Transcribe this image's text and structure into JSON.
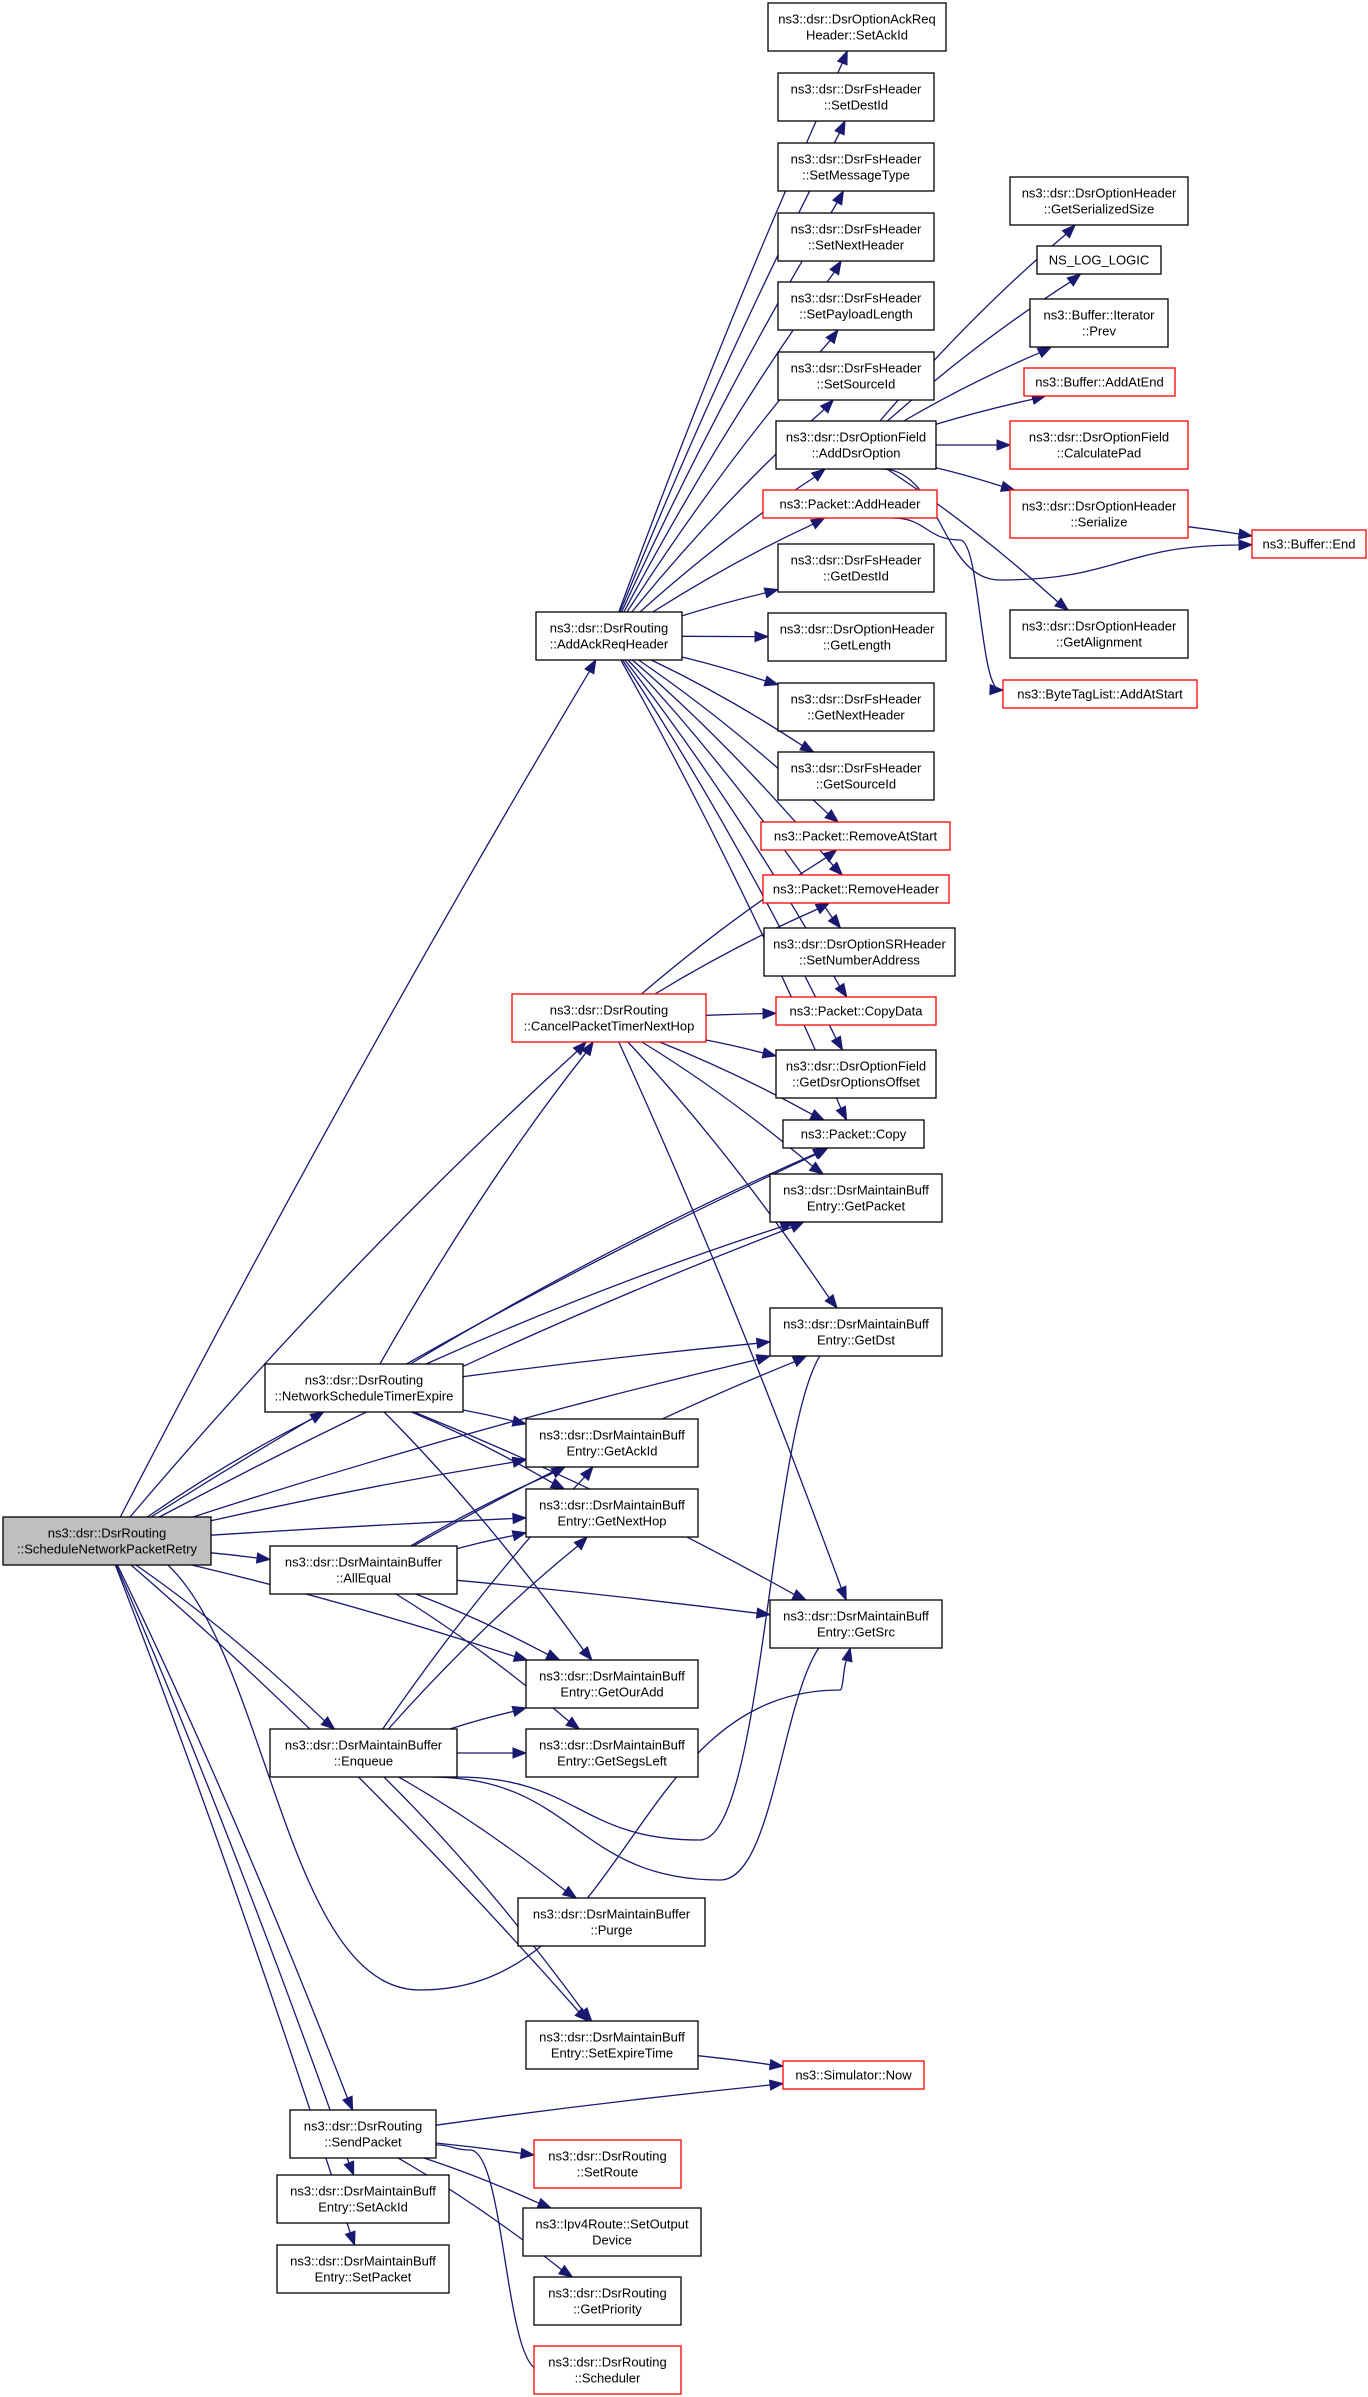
{
  "nodes": [
    {
      "id": "root",
      "lines": [
        "ns3::dsr::DsrRouting",
        "::ScheduleNetworkPacketRetry"
      ],
      "style": "root"
    },
    {
      "id": "addAckReqHeader",
      "lines": [
        "ns3::dsr::DsrRouting",
        "::AddAckReqHeader"
      ],
      "style": "normal"
    },
    {
      "id": "setAckId",
      "lines": [
        "ns3::dsr::DsrOptionAckReq",
        "Header::SetAckId"
      ],
      "style": "normal"
    },
    {
      "id": "setDestId",
      "lines": [
        "ns3::dsr::DsrFsHeader",
        "::SetDestId"
      ],
      "style": "normal"
    },
    {
      "id": "setMessageType",
      "lines": [
        "ns3::dsr::DsrFsHeader",
        "::SetMessageType"
      ],
      "style": "normal"
    },
    {
      "id": "setNextHeader",
      "lines": [
        "ns3::dsr::DsrFsHeader",
        "::SetNextHeader"
      ],
      "style": "normal"
    },
    {
      "id": "setPayloadLength",
      "lines": [
        "ns3::dsr::DsrFsHeader",
        "::SetPayloadLength"
      ],
      "style": "normal"
    },
    {
      "id": "setSourceId",
      "lines": [
        "ns3::dsr::DsrFsHeader",
        "::SetSourceId"
      ],
      "style": "normal"
    },
    {
      "id": "addDsrOption",
      "lines": [
        "ns3::dsr::DsrOptionField",
        "::AddDsrOption"
      ],
      "style": "normal"
    },
    {
      "id": "packetAddHeader",
      "lines": [
        "ns3::Packet::AddHeader"
      ],
      "style": "red"
    },
    {
      "id": "getDestId",
      "lines": [
        "ns3::dsr::DsrFsHeader",
        "::GetDestId"
      ],
      "style": "normal"
    },
    {
      "id": "getLength",
      "lines": [
        "ns3::dsr::DsrOptionHeader",
        "::GetLength"
      ],
      "style": "normal"
    },
    {
      "id": "getNextHeader",
      "lines": [
        "ns3::dsr::DsrFsHeader",
        "::GetNextHeader"
      ],
      "style": "normal"
    },
    {
      "id": "getSourceId",
      "lines": [
        "ns3::dsr::DsrFsHeader",
        "::GetSourceId"
      ],
      "style": "normal"
    },
    {
      "id": "removeAtStart",
      "lines": [
        "ns3::Packet::RemoveAtStart"
      ],
      "style": "red"
    },
    {
      "id": "removeHeader",
      "lines": [
        "ns3::Packet::RemoveHeader"
      ],
      "style": "red"
    },
    {
      "id": "setNumberAddress",
      "lines": [
        "ns3::dsr::DsrOptionSRHeader",
        "::SetNumberAddress"
      ],
      "style": "normal"
    },
    {
      "id": "copyData",
      "lines": [
        "ns3::Packet::CopyData"
      ],
      "style": "red"
    },
    {
      "id": "getDsrOptionsOffset",
      "lines": [
        "ns3::dsr::DsrOptionField",
        "::GetDsrOptionsOffset"
      ],
      "style": "normal"
    },
    {
      "id": "packetCopy",
      "lines": [
        "ns3::Packet::Copy"
      ],
      "style": "normal"
    },
    {
      "id": "getPacket",
      "lines": [
        "ns3::dsr::DsrMaintainBuff",
        "Entry::GetPacket"
      ],
      "style": "normal"
    },
    {
      "id": "getDst",
      "lines": [
        "ns3::dsr::DsrMaintainBuff",
        "Entry::GetDst"
      ],
      "style": "normal"
    },
    {
      "id": "getSrc",
      "lines": [
        "ns3::dsr::DsrMaintainBuff",
        "Entry::GetSrc"
      ],
      "style": "normal"
    },
    {
      "id": "getSerializedSize",
      "lines": [
        "ns3::dsr::DsrOptionHeader",
        "::GetSerializedSize"
      ],
      "style": "normal"
    },
    {
      "id": "nsLogLogic",
      "lines": [
        "NS_LOG_LOGIC"
      ],
      "style": "normal"
    },
    {
      "id": "iteratorPrev",
      "lines": [
        "ns3::Buffer::Iterator",
        "::Prev"
      ],
      "style": "normal"
    },
    {
      "id": "addAtEnd",
      "lines": [
        "ns3::Buffer::AddAtEnd"
      ],
      "style": "red"
    },
    {
      "id": "calculatePad",
      "lines": [
        "ns3::dsr::DsrOptionField",
        "::CalculatePad"
      ],
      "style": "red"
    },
    {
      "id": "serialize",
      "lines": [
        "ns3::dsr::DsrOptionHeader",
        "::Serialize"
      ],
      "style": "red"
    },
    {
      "id": "bufferEnd",
      "lines": [
        "ns3::Buffer::End"
      ],
      "style": "red"
    },
    {
      "id": "getAlignment",
      "lines": [
        "ns3::dsr::DsrOptionHeader",
        "::GetAlignment"
      ],
      "style": "normal"
    },
    {
      "id": "addAtStart",
      "lines": [
        "ns3::ByteTagList::AddAtStart"
      ],
      "style": "red"
    },
    {
      "id": "cancelTimer",
      "lines": [
        "ns3::dsr::DsrRouting",
        "::CancelPacketTimerNextHop"
      ],
      "style": "red"
    },
    {
      "id": "networkTimer",
      "lines": [
        "ns3::dsr::DsrRouting",
        "::NetworkScheduleTimerExpire"
      ],
      "style": "normal"
    },
    {
      "id": "getAckId",
      "lines": [
        "ns3::dsr::DsrMaintainBuff",
        "Entry::GetAckId"
      ],
      "style": "normal"
    },
    {
      "id": "getNextHop",
      "lines": [
        "ns3::dsr::DsrMaintainBuff",
        "Entry::GetNextHop"
      ],
      "style": "normal"
    },
    {
      "id": "allEqual",
      "lines": [
        "ns3::dsr::DsrMaintainBuffer",
        "::AllEqual"
      ],
      "style": "normal"
    },
    {
      "id": "getOurAdd",
      "lines": [
        "ns3::dsr::DsrMaintainBuff",
        "Entry::GetOurAdd"
      ],
      "style": "normal"
    },
    {
      "id": "enqueue",
      "lines": [
        "ns3::dsr::DsrMaintainBuffer",
        "::Enqueue"
      ],
      "style": "normal"
    },
    {
      "id": "getSegsLeft",
      "lines": [
        "ns3::dsr::DsrMaintainBuff",
        "Entry::GetSegsLeft"
      ],
      "style": "normal"
    },
    {
      "id": "purge",
      "lines": [
        "ns3::dsr::DsrMaintainBuffer",
        "::Purge"
      ],
      "style": "normal"
    },
    {
      "id": "setExpireTime",
      "lines": [
        "ns3::dsr::DsrMaintainBuff",
        "Entry::SetExpireTime"
      ],
      "style": "normal"
    },
    {
      "id": "simulatorNow",
      "lines": [
        "ns3::Simulator::Now"
      ],
      "style": "red"
    },
    {
      "id": "sendPacket",
      "lines": [
        "ns3::dsr::DsrRouting",
        "::SendPacket"
      ],
      "style": "normal"
    },
    {
      "id": "setRoute",
      "lines": [
        "ns3::dsr::DsrRouting",
        "::SetRoute"
      ],
      "style": "red"
    },
    {
      "id": "setAckIdEntry",
      "lines": [
        "ns3::dsr::DsrMaintainBuff",
        "Entry::SetAckId"
      ],
      "style": "normal"
    },
    {
      "id": "setOutputDevice",
      "lines": [
        "ns3::Ipv4Route::SetOutput",
        "Device"
      ],
      "style": "normal"
    },
    {
      "id": "setPacket",
      "lines": [
        "ns3::dsr::DsrMaintainBuff",
        "Entry::SetPacket"
      ],
      "style": "normal"
    },
    {
      "id": "getPriority",
      "lines": [
        "ns3::dsr::DsrRouting",
        "::GetPriority"
      ],
      "style": "normal"
    },
    {
      "id": "scheduler",
      "lines": [
        "ns3::dsr::DsrRouting",
        "::Scheduler"
      ],
      "style": "red"
    }
  ],
  "edges": [
    [
      "root",
      "addAckReqHeader"
    ],
    [
      "root",
      "cancelTimer"
    ],
    [
      "root",
      "networkTimer"
    ],
    [
      "root",
      "packetCopy"
    ],
    [
      "root",
      "getPacket"
    ],
    [
      "root",
      "getDst"
    ],
    [
      "root",
      "getAckId"
    ],
    [
      "root",
      "getNextHop"
    ],
    [
      "root",
      "allEqual"
    ],
    [
      "root",
      "getOurAdd"
    ],
    [
      "root",
      "enqueue"
    ],
    [
      "root",
      "getSrc"
    ],
    [
      "root",
      "setExpireTime"
    ],
    [
      "root",
      "sendPacket"
    ],
    [
      "root",
      "setAckIdEntry"
    ],
    [
      "root",
      "setPacket"
    ],
    [
      "addAckReqHeader",
      "setAckId"
    ],
    [
      "addAckReqHeader",
      "setDestId"
    ],
    [
      "addAckReqHeader",
      "setMessageType"
    ],
    [
      "addAckReqHeader",
      "setNextHeader"
    ],
    [
      "addAckReqHeader",
      "setPayloadLength"
    ],
    [
      "addAckReqHeader",
      "setSourceId"
    ],
    [
      "addAckReqHeader",
      "addDsrOption"
    ],
    [
      "addAckReqHeader",
      "packetAddHeader"
    ],
    [
      "addAckReqHeader",
      "getDestId"
    ],
    [
      "addAckReqHeader",
      "getLength"
    ],
    [
      "addAckReqHeader",
      "getNextHeader"
    ],
    [
      "addAckReqHeader",
      "getSourceId"
    ],
    [
      "addAckReqHeader",
      "removeAtStart"
    ],
    [
      "addAckReqHeader",
      "removeHeader"
    ],
    [
      "addAckReqHeader",
      "setNumberAddress"
    ],
    [
      "addAckReqHeader",
      "copyData"
    ],
    [
      "addAckReqHeader",
      "getDsrOptionsOffset"
    ],
    [
      "addAckReqHeader",
      "packetCopy"
    ],
    [
      "addDsrOption",
      "getSerializedSize"
    ],
    [
      "addDsrOption",
      "nsLogLogic"
    ],
    [
      "addDsrOption",
      "iteratorPrev"
    ],
    [
      "addDsrOption",
      "addAtEnd"
    ],
    [
      "addDsrOption",
      "calculatePad"
    ],
    [
      "addDsrOption",
      "serialize"
    ],
    [
      "addDsrOption",
      "bufferEnd"
    ],
    [
      "addDsrOption",
      "getAlignment"
    ],
    [
      "serialize",
      "bufferEnd"
    ],
    [
      "packetAddHeader",
      "addAtStart"
    ],
    [
      "cancelTimer",
      "removeAtStart"
    ],
    [
      "cancelTimer",
      "removeHeader"
    ],
    [
      "cancelTimer",
      "copyData"
    ],
    [
      "cancelTimer",
      "getDsrOptionsOffset"
    ],
    [
      "cancelTimer",
      "packetCopy"
    ],
    [
      "cancelTimer",
      "getPacket"
    ],
    [
      "cancelTimer",
      "getDst"
    ],
    [
      "cancelTimer",
      "getSrc"
    ],
    [
      "networkTimer",
      "cancelTimer"
    ],
    [
      "networkTimer",
      "packetCopy"
    ],
    [
      "networkTimer",
      "getPacket"
    ],
    [
      "networkTimer",
      "getDst"
    ],
    [
      "networkTimer",
      "getAckId"
    ],
    [
      "networkTimer",
      "getNextHop"
    ],
    [
      "networkTimer",
      "getOurAdd"
    ],
    [
      "networkTimer",
      "getSrc"
    ],
    [
      "allEqual",
      "getAckId"
    ],
    [
      "allEqual",
      "getNextHop"
    ],
    [
      "allEqual",
      "getDst"
    ],
    [
      "allEqual",
      "getSrc"
    ],
    [
      "allEqual",
      "getOurAdd"
    ],
    [
      "allEqual",
      "getSegsLeft"
    ],
    [
      "enqueue",
      "getAckId"
    ],
    [
      "enqueue",
      "getNextHop"
    ],
    [
      "enqueue",
      "getOurAdd"
    ],
    [
      "enqueue",
      "getSegsLeft"
    ],
    [
      "enqueue",
      "getDst"
    ],
    [
      "enqueue",
      "getSrc"
    ],
    [
      "enqueue",
      "purge"
    ],
    [
      "enqueue",
      "setExpireTime"
    ],
    [
      "setExpireTime",
      "simulatorNow"
    ],
    [
      "sendPacket",
      "simulatorNow"
    ],
    [
      "sendPacket",
      "setRoute"
    ],
    [
      "sendPacket",
      "setOutputDevice"
    ],
    [
      "sendPacket",
      "getPriority"
    ],
    [
      "sendPacket",
      "scheduler"
    ]
  ]
}
